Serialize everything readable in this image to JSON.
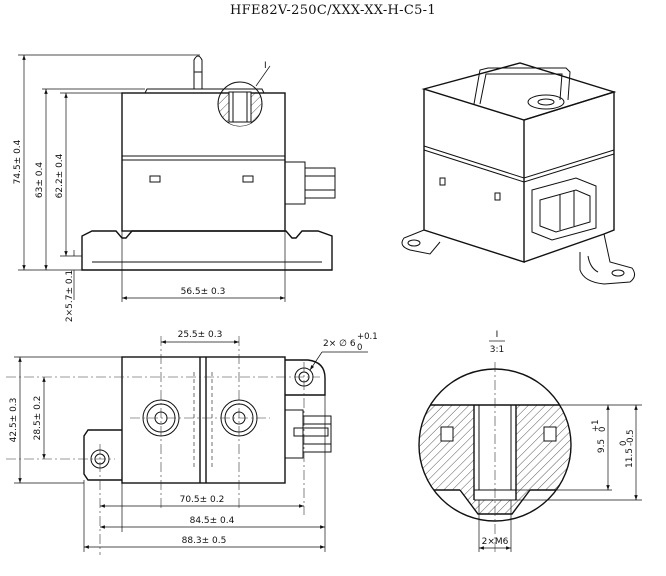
{
  "title": "HFE82V-250C/XXX-XX-H-C5-1",
  "front_view": {
    "height_total": "74.5± 0.4",
    "height_body": "63± 0.4",
    "height_cover": "62.2± 0.4",
    "base_thickness": "2×5.7± 0.1",
    "body_width": "56.5± 0.3",
    "detail_callout": "Ⅰ"
  },
  "top_view": {
    "terminal_pitch": "25.5± 0.3",
    "mount_hole": "2× ∅ 6",
    "mount_hole_tol": "+0.1",
    "mount_hole_tol_lower": "0",
    "outer_height": "42.5± 0.3",
    "body_height": "28.5± 0.2",
    "hole_pitch": "70.5± 0.2",
    "body_length": "84.5± 0.4",
    "overall_length": "88.3± 0.5"
  },
  "detail": {
    "label": "Ⅰ",
    "scale": "3:1",
    "thread_depth": "9.5",
    "thread_depth_tol": "+1",
    "thread_depth_tol_lower": "0",
    "depth_total": "11.5",
    "depth_total_tol": "0",
    "depth_total_tol_lower": "-0.5",
    "thread": "2×M6"
  }
}
